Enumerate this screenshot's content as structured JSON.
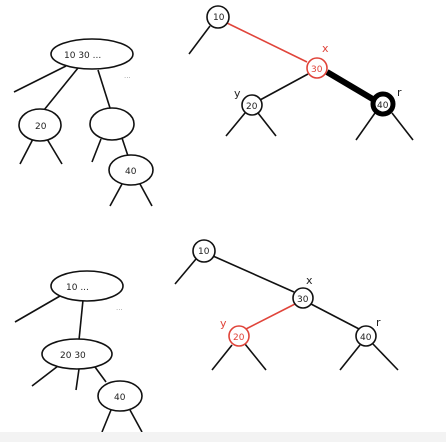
{
  "colors": {
    "edge": "#111111",
    "highlight": "#e0443a",
    "background": "#ffffff"
  },
  "panel_top_left": {
    "root_keys": "10   30   ...",
    "root_ellipsis": "...",
    "left_child": "20",
    "right_child_key": "",
    "grandchild": "40"
  },
  "panel_top_right": {
    "root": "10",
    "x_key": "30",
    "x_label": "x",
    "y_key": "20",
    "y_label": "y",
    "r_key": "40",
    "r_label": "r"
  },
  "panel_bottom_left": {
    "root_keys": "10   ...",
    "root_ellipsis": "...",
    "child_keys": "20   30",
    "grandchild": "40"
  },
  "panel_bottom_right": {
    "root": "10",
    "x_key": "30",
    "x_label": "x",
    "y_key": "20",
    "y_label": "y",
    "r_key": "40",
    "r_label": "r"
  }
}
